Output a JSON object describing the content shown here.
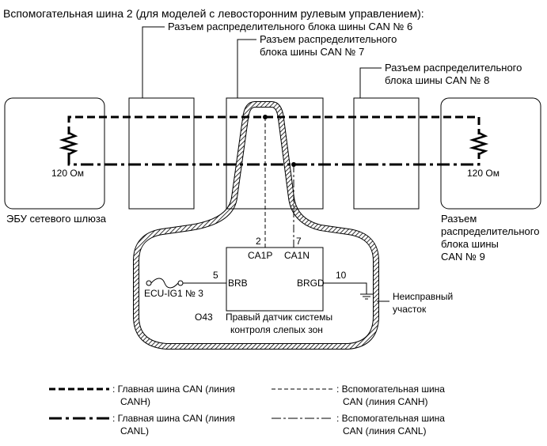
{
  "title": "Вспомогательная шина 2 (для моделей с левосторонним рулевым управлением):",
  "connectors": {
    "jc6": "Разъем распределительного блока шины CAN № 6",
    "jc7_line1": "Разъем распределительного",
    "jc7_line2": "блока шины CAN № 7",
    "jc8_line1": "Разъем распределительного",
    "jc8_line2": "блока шины CAN № 8",
    "jc9_line1": "Разъем",
    "jc9_line2": "распределительного",
    "jc9_line3": "блока шины",
    "jc9_line4": "CAN № 9"
  },
  "resistor_left": "120 Ом",
  "resistor_right": "120 Ом",
  "gateway_ecu": "ЭБУ сетевого шлюза",
  "sensor": {
    "pin_ca1p_num": "2",
    "pin_ca1n_num": "7",
    "pin_ca1p": "CA1P",
    "pin_ca1n": "CA1N",
    "pin_brb_num": "5",
    "pin_brb": "BRB",
    "pin_brgd_num": "10",
    "pin_brgd": "BRGD",
    "fuse": "ECU-IG1 № 3",
    "code": "O43",
    "name_line1": "Правый датчик системы",
    "name_line2": "контроля слепых зон"
  },
  "fault": {
    "line1": "Неисправный",
    "line2": "участок"
  },
  "legend": [
    {
      "line1": ": Главная шина CAN (линия",
      "line2": "CANH)"
    },
    {
      "line1": ": Вспомогательная шина",
      "line2": "CAN (линия CANH)"
    },
    {
      "line1": ": Главная шина CAN (линия",
      "line2": "CANL)"
    },
    {
      "line1": ": Вспомогательная шина",
      "line2": "CAN (линия CANL)"
    }
  ]
}
